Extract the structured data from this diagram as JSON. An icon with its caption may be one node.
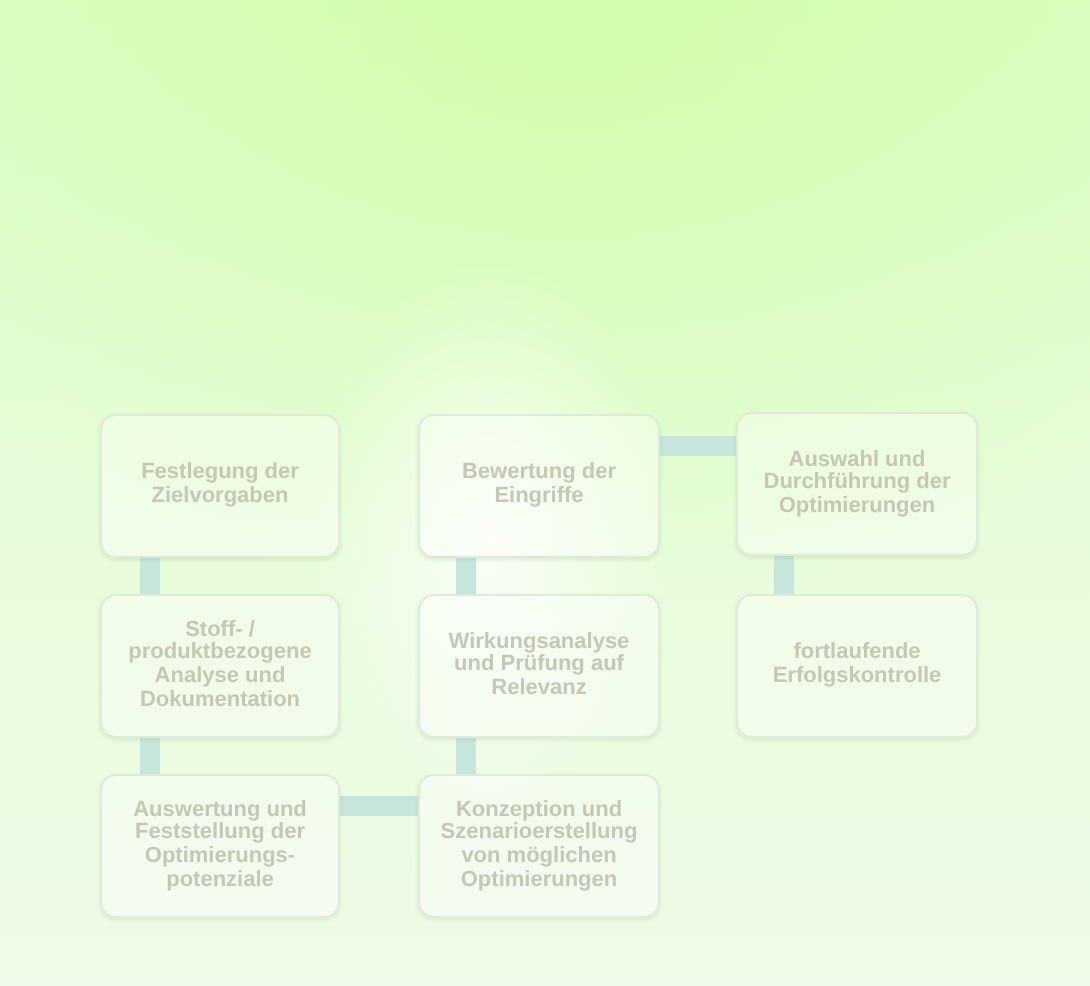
{
  "diagram": {
    "nodes": [
      {
        "text": [
          "Festlegung der Zielvorgaben"
        ]
      },
      {
        "text": [
          "Stoff- / produktbezogene Analyse und Dokumentation"
        ]
      },
      {
        "text": [
          "Auswertung und Feststellung der Optimierungs- potenziale"
        ]
      },
      {
        "text": [
          "Konzeption und Szenarioerstellung von möglichen Optimierungen"
        ]
      },
      {
        "text": [
          "Wirkungsanalyse und Prüfung auf Relevanz"
        ]
      },
      {
        "text": [
          "Bewertung der Eingriffe"
        ]
      },
      {
        "text": [
          "Auswahl und Durchführung der Optimierungen"
        ]
      },
      {
        "text": [
          "fortlaufende Erfolgskontrolle"
        ]
      }
    ],
    "edges": [
      {
        "from": 0,
        "to": 1,
        "arrow": "none"
      },
      {
        "from": 1,
        "to": 2,
        "arrow": "none"
      },
      {
        "from": 2,
        "to": 3,
        "arrow": "none"
      },
      {
        "from": 3,
        "to": 4,
        "arrow": "none"
      },
      {
        "from": 4,
        "to": 5,
        "arrow": "none"
      },
      {
        "from": 5,
        "to": 6,
        "arrow": "none"
      },
      {
        "from": 6,
        "to": 7,
        "arrow": "none"
      }
    ]
  }
}
